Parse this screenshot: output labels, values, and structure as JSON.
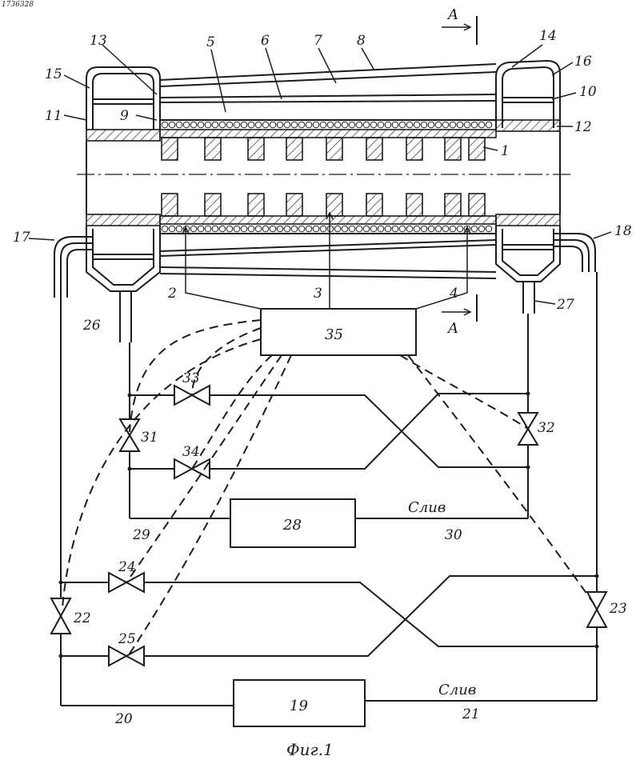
{
  "corner_id": "1736328",
  "figure_caption": "Фиг.1",
  "section": {
    "label_top": "A",
    "label_bottom": "A"
  },
  "blocks": {
    "b35": "35",
    "b28": "28",
    "b19": "19"
  },
  "drain_upper": "Слив",
  "drain_lower": "Слив",
  "labels": {
    "n1": "1",
    "n2": "2",
    "n3": "3",
    "n4": "4",
    "n5": "5",
    "n6": "6",
    "n7": "7",
    "n8": "8",
    "n9": "9",
    "n10": "10",
    "n11": "11",
    "n12": "12",
    "n13": "13",
    "n14": "14",
    "n15": "15",
    "n16": "16",
    "n17": "17",
    "n18": "18",
    "n20": "20",
    "n21": "21",
    "n22": "22",
    "n23": "23",
    "n24": "24",
    "n25": "25",
    "n26": "26",
    "n27": "27",
    "n29": "29",
    "n30": "30",
    "n31": "31",
    "n32": "32",
    "n33": "33",
    "n34": "34"
  }
}
